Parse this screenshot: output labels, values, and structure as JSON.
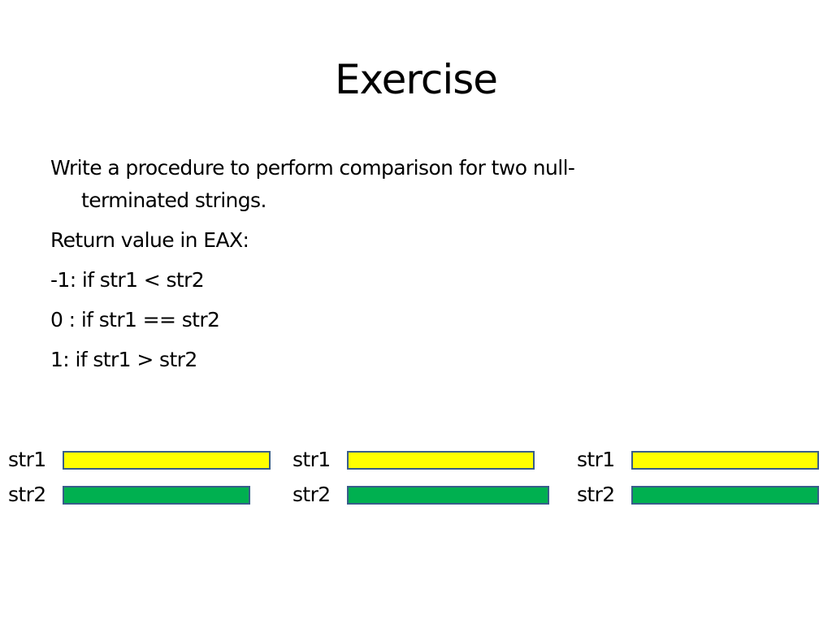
{
  "slide": {
    "title": "Exercise",
    "lines": [
      "Write a procedure to perform comparison for two null-",
      "terminated strings.",
      "Return value in EAX:",
      "-1:  if str1 < str2",
      "0 : if str1 == str2",
      "1: if str1 > str2"
    ]
  },
  "diagrams": [
    {
      "label1": "str1",
      "label2": "str2"
    },
    {
      "label1": "str1",
      "label2": "str2"
    },
    {
      "label1": "str1",
      "label2": "str2"
    }
  ],
  "colors": {
    "str1_fill": "#ffff00",
    "str2_fill": "#00b050",
    "bar_border": "#385d8a"
  }
}
